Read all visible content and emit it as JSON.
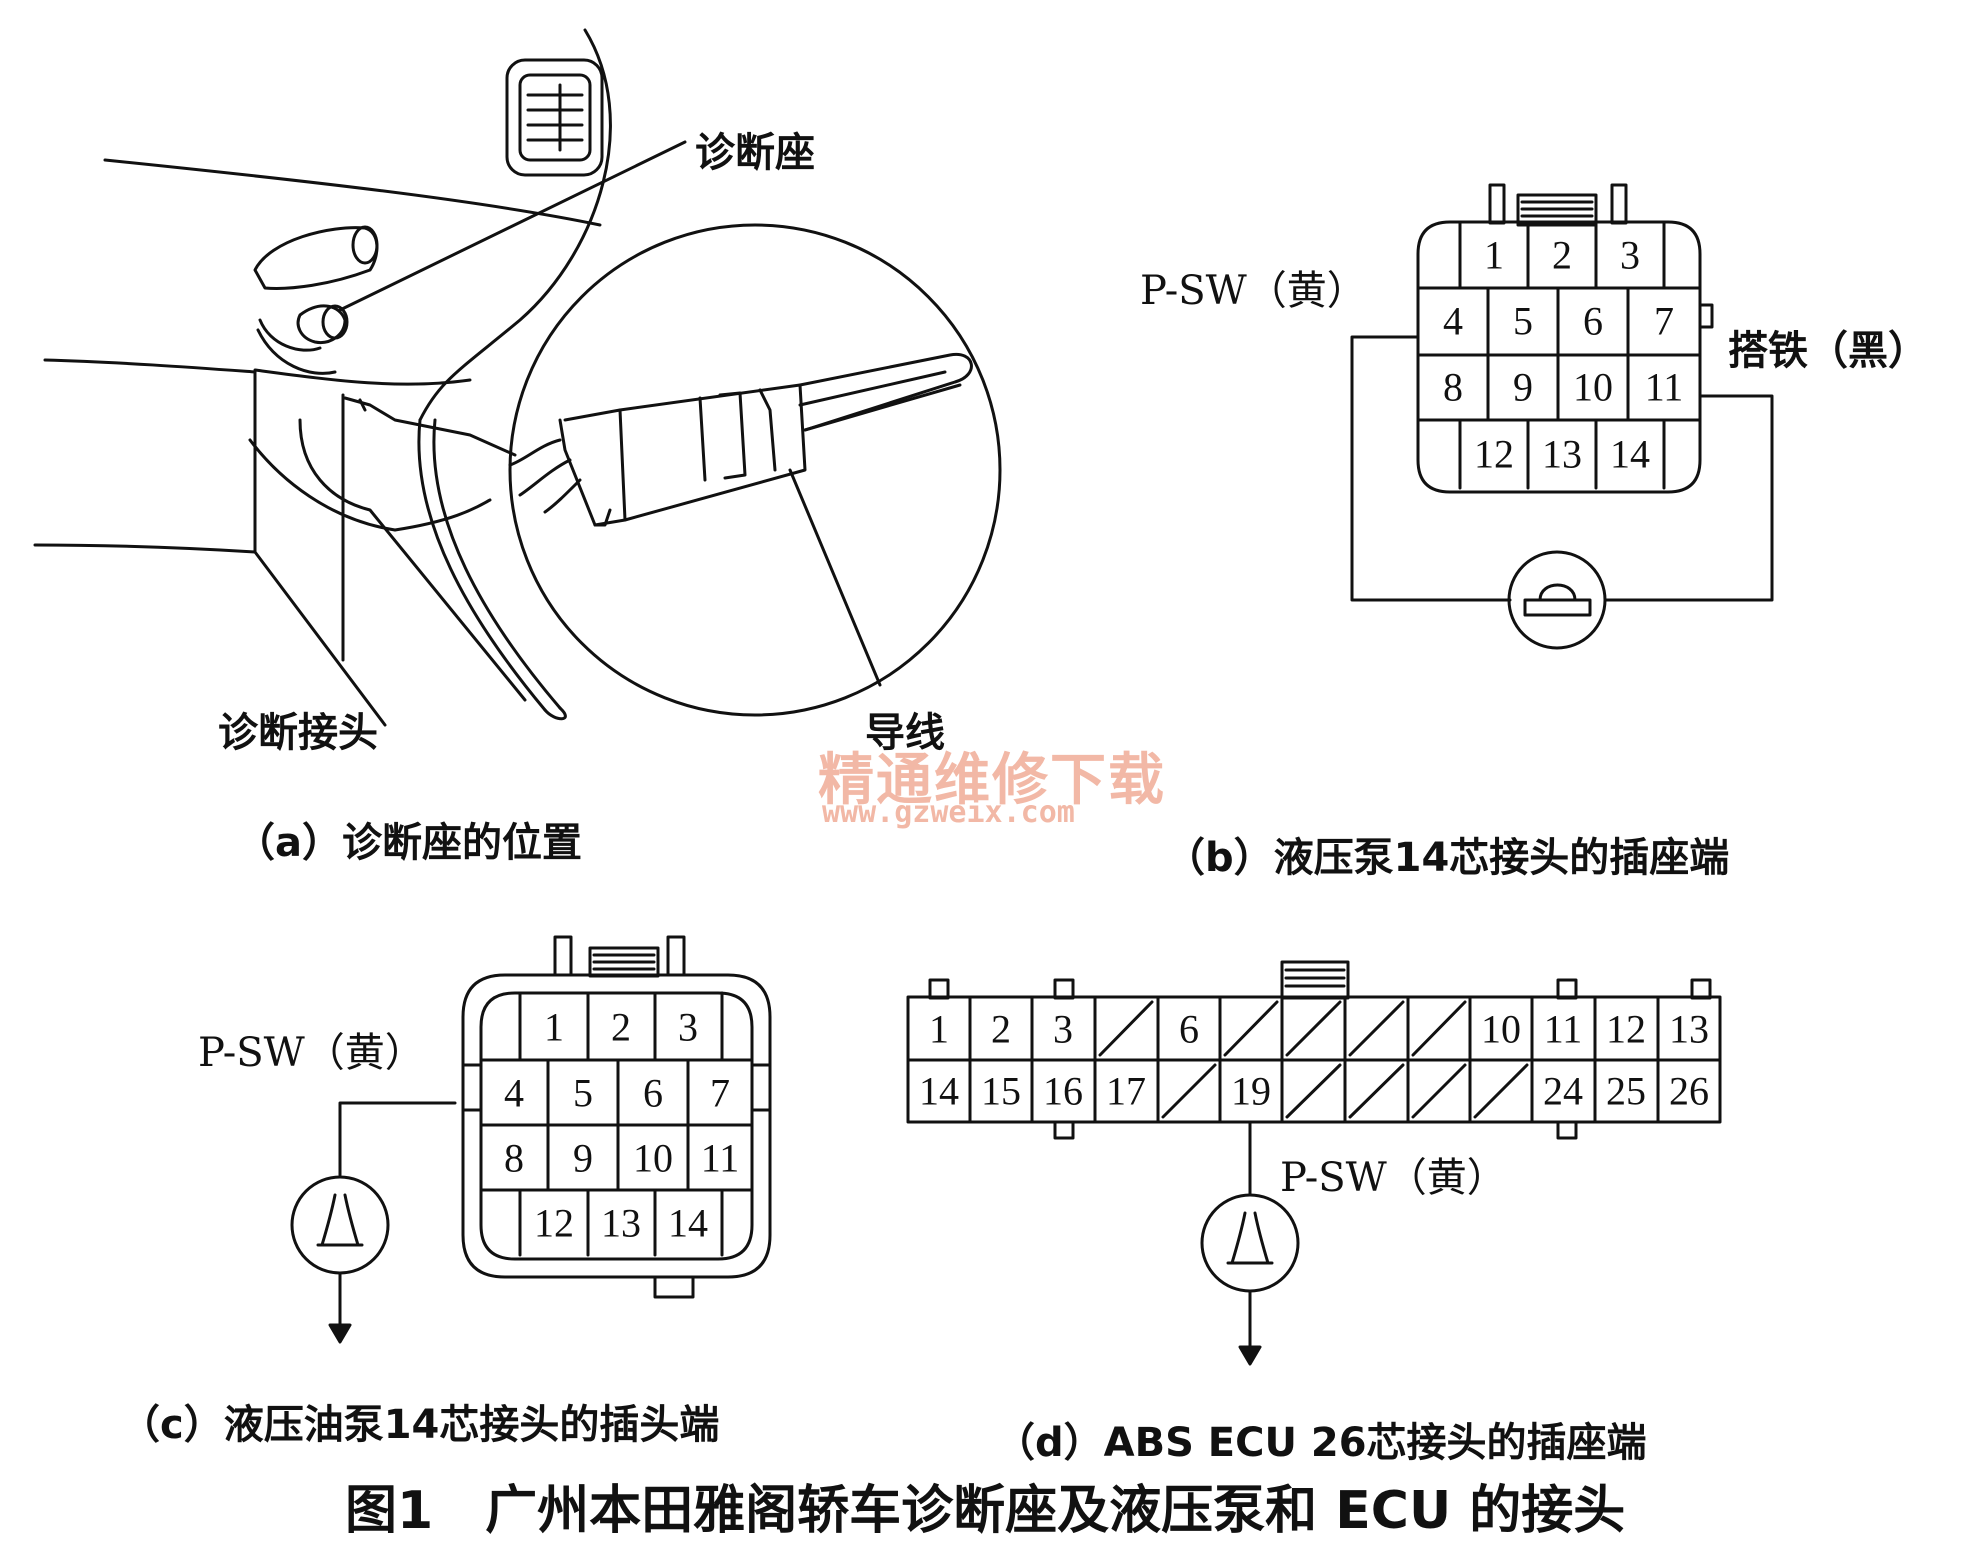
{
  "panel_a": {
    "label_socket": "诊断座",
    "label_connector": "诊断接头",
    "label_wire": "导线",
    "caption": "（a）诊断座的位置"
  },
  "panel_b": {
    "label_psw": "P-SW（黄）",
    "label_ground": "搭铁（黑）",
    "caption": "（b）液压泵14芯接头的插座端",
    "pins": [
      "1",
      "2",
      "3",
      "4",
      "5",
      "6",
      "7",
      "8",
      "9",
      "10",
      "11",
      "12",
      "13",
      "14"
    ]
  },
  "panel_c": {
    "label_psw": "P-SW（黄）",
    "caption": "（c）液压油泵14芯接头的插头端",
    "pins": [
      "1",
      "2",
      "3",
      "4",
      "5",
      "6",
      "7",
      "8",
      "9",
      "10",
      "11",
      "12",
      "13",
      "14"
    ]
  },
  "panel_d": {
    "label_psw": "P-SW（黄）",
    "caption": "（d）ABS ECU 26芯接头的插座端",
    "top_row": [
      "1",
      "2",
      "3",
      "",
      "6",
      "",
      "",
      "",
      "",
      "10",
      "11",
      "12",
      "13"
    ],
    "bottom_row": [
      "14",
      "15",
      "16",
      "17",
      "",
      "19",
      "",
      "",
      "",
      "",
      "24",
      "25",
      "26"
    ]
  },
  "watermark": {
    "text": "精通维修下载",
    "url": "www.gzweix.com",
    "color": "#f2b8a6"
  },
  "figure_title": "图1　广州本田雅阁轿车诊断座及液压泵和 ECU 的接头"
}
